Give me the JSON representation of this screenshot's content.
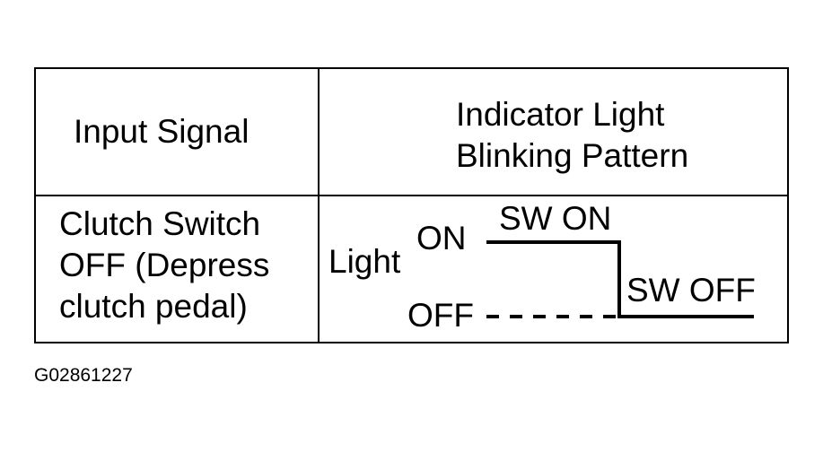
{
  "table": {
    "header": {
      "input_signal": "Input Signal",
      "indicator_line1": "Indicator Light",
      "indicator_line2": "Blinking Pattern"
    },
    "row": {
      "signal_line1": "Clutch Switch",
      "signal_line2": "OFF (Depress",
      "signal_line3": "clutch pedal)"
    }
  },
  "waveform": {
    "axis_label": "Light",
    "level_on": "ON",
    "level_off": "OFF",
    "switch_on": "SW ON",
    "switch_off": "SW OFF"
  },
  "figure_id": "G02861227",
  "colors": {
    "line": "#000000",
    "background": "#ffffff"
  }
}
